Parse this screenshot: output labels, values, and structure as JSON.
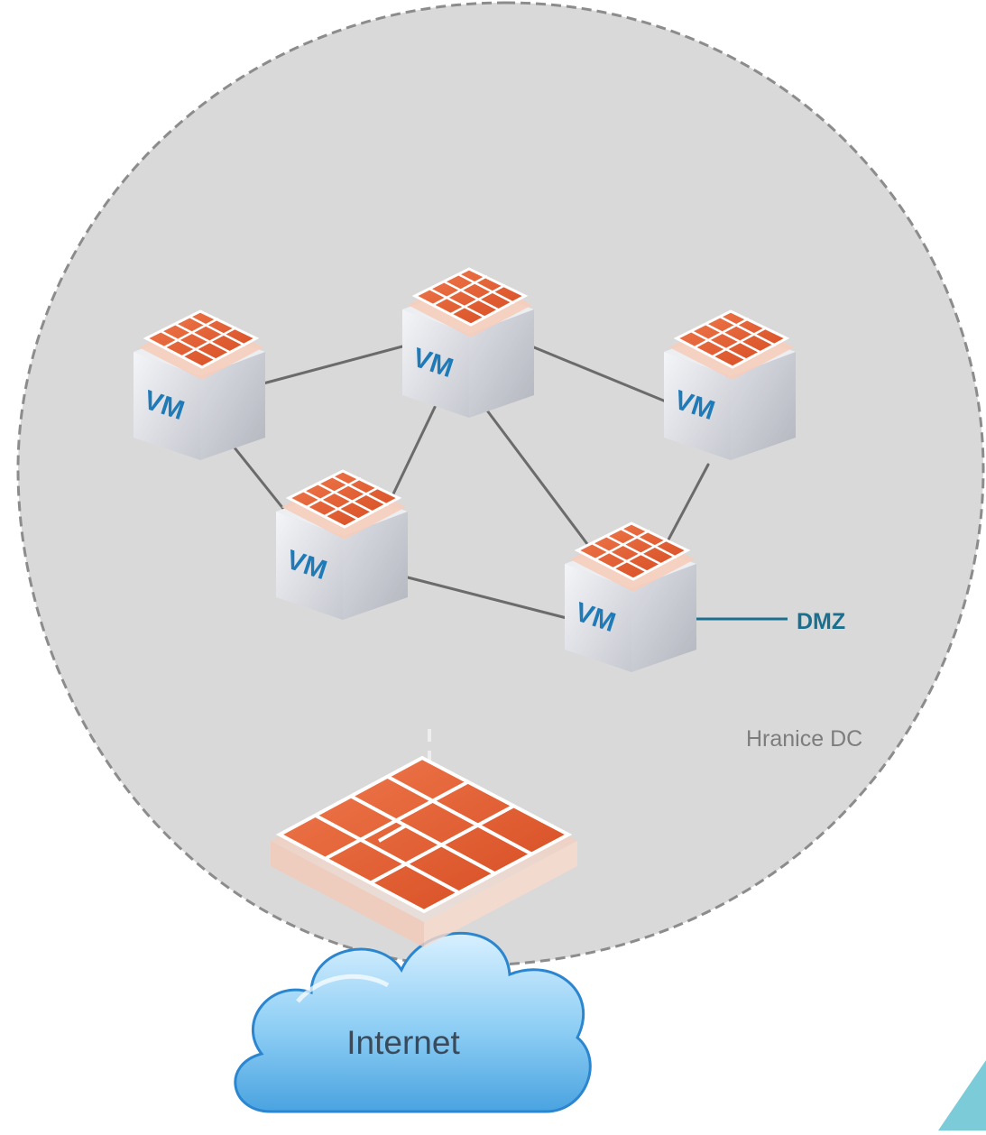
{
  "diagram": {
    "boundary_label": "Hranice DC",
    "dmz_label": "DMZ",
    "cloud_label": "Internet",
    "vm_label": "VM",
    "vm_count": 5,
    "connections": [
      [
        "vm-1",
        "vm-2"
      ],
      [
        "vm-1",
        "vm-3"
      ],
      [
        "vm-2",
        "vm-3"
      ],
      [
        "vm-2",
        "vm-5"
      ],
      [
        "vm-2",
        "vm-4"
      ],
      [
        "vm-4",
        "vm-5"
      ],
      [
        "vm-3",
        "vm-5"
      ]
    ],
    "colors": {
      "boundary_fill": "#d9d9d9",
      "boundary_stroke": "#8c8c8c",
      "link": "#6b6b6b",
      "dmz": "#1b6f8e",
      "firewall": "#e0552a",
      "cloud": "#7ec4ef",
      "accent_corner": "#7ccbd8"
    }
  }
}
